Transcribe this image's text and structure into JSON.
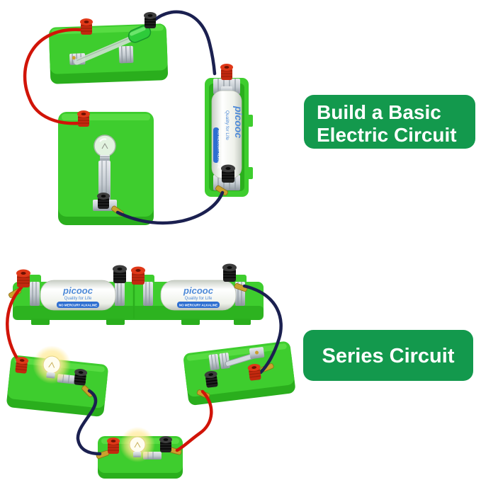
{
  "captions": {
    "basic_line1": "Build a Basic",
    "basic_line2": "Electric Circuit",
    "series": "Series Circuit"
  },
  "battery": {
    "brand": "picooc",
    "tagline": "Quality for Life",
    "strip": "NO MERCURY ALKALINE"
  },
  "colors": {
    "label_green": "#13994d",
    "board_green": "#3ecd2e",
    "board_green_dark": "#2aae1d",
    "wire_red": "#d11408",
    "wire_navy": "#1b2050",
    "post_red": "#e03818",
    "post_black": "#1f1f1f",
    "battery_blue": "#4e8ad8",
    "strip_blue": "#2e6fd1",
    "gold": "#c9a12d"
  }
}
